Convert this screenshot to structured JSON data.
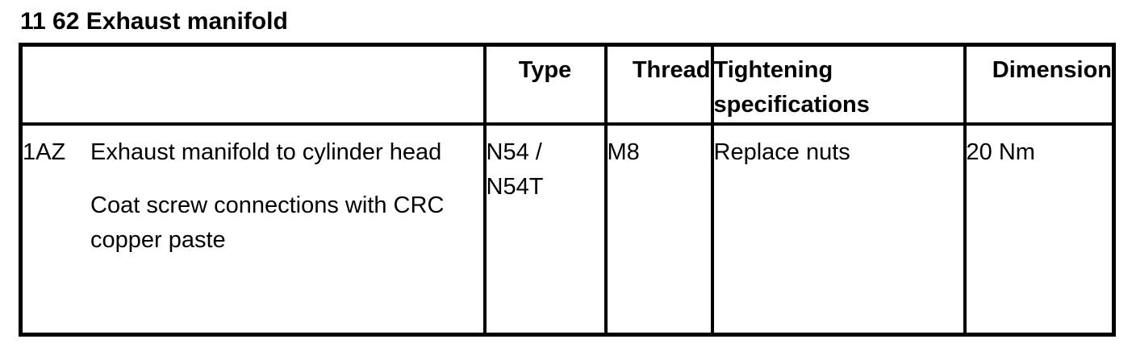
{
  "page": {
    "title": "11 62 Exhaust manifold",
    "text_color": "#000000",
    "background_color": "#ffffff"
  },
  "table": {
    "headers": {
      "item": "",
      "type": "Type",
      "thread": "Thread",
      "tightening": "Tightening specifications",
      "dimension": "Dimension"
    },
    "rows": [
      {
        "code": "1AZ",
        "item": "Exhaust manifold to cylinder head",
        "note": "Coat screw connections with CRC copper paste",
        "type": "N54 / N54T",
        "thread": "M8",
        "tightening": "Replace nuts",
        "dimension": "20 Nm"
      }
    ]
  }
}
